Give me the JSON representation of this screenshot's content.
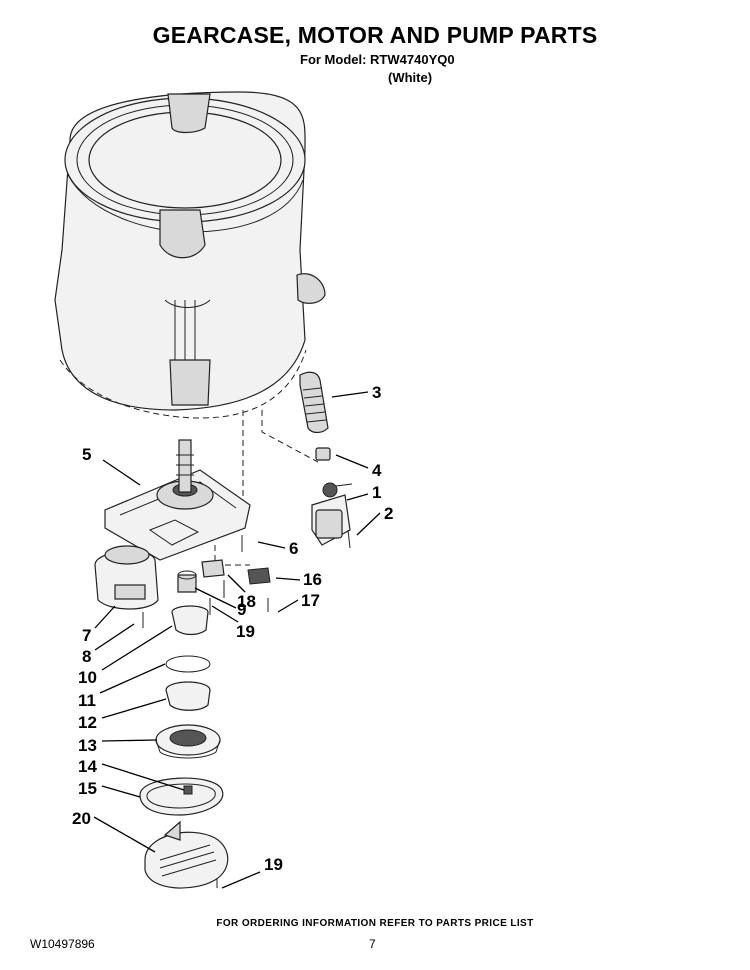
{
  "header": {
    "title": "GEARCASE, MOTOR AND PUMP PARTS",
    "model_line": "For Model: RTW4740YQ0",
    "color": "(White)"
  },
  "callouts": [
    "3",
    "4",
    "1",
    "2",
    "5",
    "6",
    "16",
    "17",
    "18",
    "9",
    "19",
    "7",
    "8",
    "10",
    "11",
    "12",
    "13",
    "14",
    "15",
    "20",
    "19"
  ],
  "footer": {
    "ordering_note": "FOR ORDERING INFORMATION REFER TO PARTS PRICE LIST",
    "document_number": "W10497896",
    "page_number": "7"
  }
}
